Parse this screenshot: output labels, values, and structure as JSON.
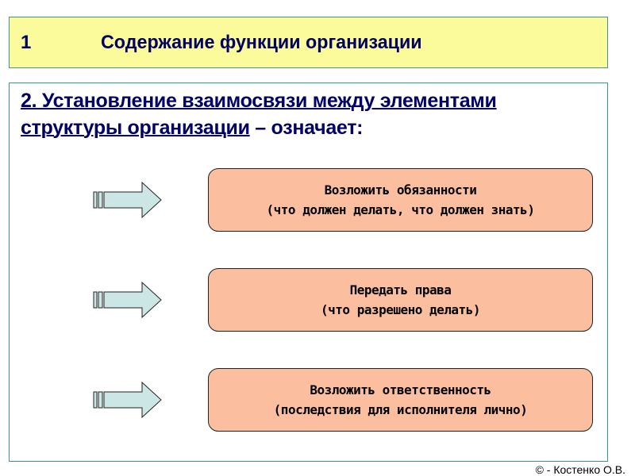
{
  "title": {
    "number": "1",
    "text": "Содержание функции организации"
  },
  "heading": {
    "underlined_part1": "2. Установление взаимосвязи между элементами",
    "underlined_part2": "структуры организации",
    "rest": " – означает:"
  },
  "items": [
    {
      "line1": "Возложить обязанности",
      "line2": "(что должен делать, что должен знать)"
    },
    {
      "line1": "Передать права",
      "line2": "(что разрешено делать)"
    },
    {
      "line1": "Возложить ответственность",
      "line2": "(последствия для исполнителя лично)"
    }
  ],
  "footer": "© - Костенко О.В.",
  "colors": {
    "title_bg": "#fbfb9c",
    "text": "#000066",
    "box_fill": "#fbbf9f",
    "arrow_fill": "#cce6e6"
  }
}
